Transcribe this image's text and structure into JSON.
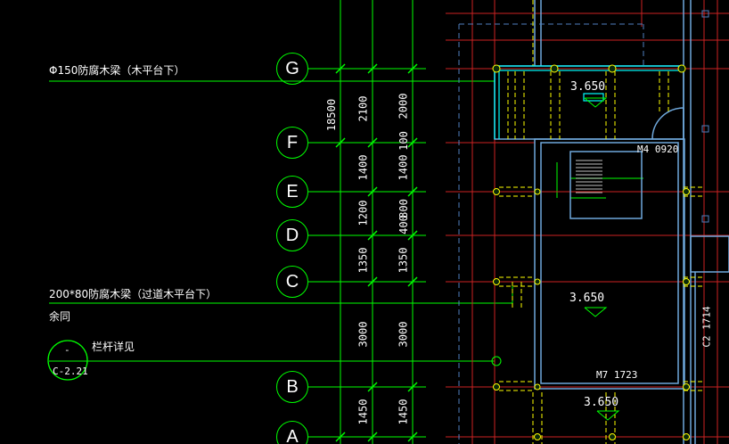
{
  "colors": {
    "background": "#000000",
    "grid_green": "#00ff00",
    "wall_blue": "#6fa8dc",
    "red": "#ff2a2a",
    "yellow": "#ffff00",
    "cyan": "#00ffff",
    "text": "#ffffff"
  },
  "annotations": {
    "beam_150": "Φ150防腐木梁（木平台下）",
    "beam_200": "200*80防腐木梁（过道木平台下）",
    "remaining": "余同",
    "railing": "栏杆详见"
  },
  "detail_ref": {
    "top": "-",
    "bottom": "C-2.21"
  },
  "axes": [
    "G",
    "F",
    "E",
    "D",
    "C",
    "B",
    "A"
  ],
  "dims_outer_total": "18500",
  "dims_col1": [
    "2100",
    "1400",
    "1200",
    "1350",
    "3000",
    "1450"
  ],
  "dims_col2": [
    "2000",
    "100",
    "1400",
    "800",
    "400",
    "1350",
    "3000",
    "1450"
  ],
  "elevations": [
    "3.650",
    "3.650",
    "3.650"
  ],
  "door_labels": {
    "m4": "M4 0920",
    "m7": "M7 1723",
    "c2": "C2 1714"
  }
}
